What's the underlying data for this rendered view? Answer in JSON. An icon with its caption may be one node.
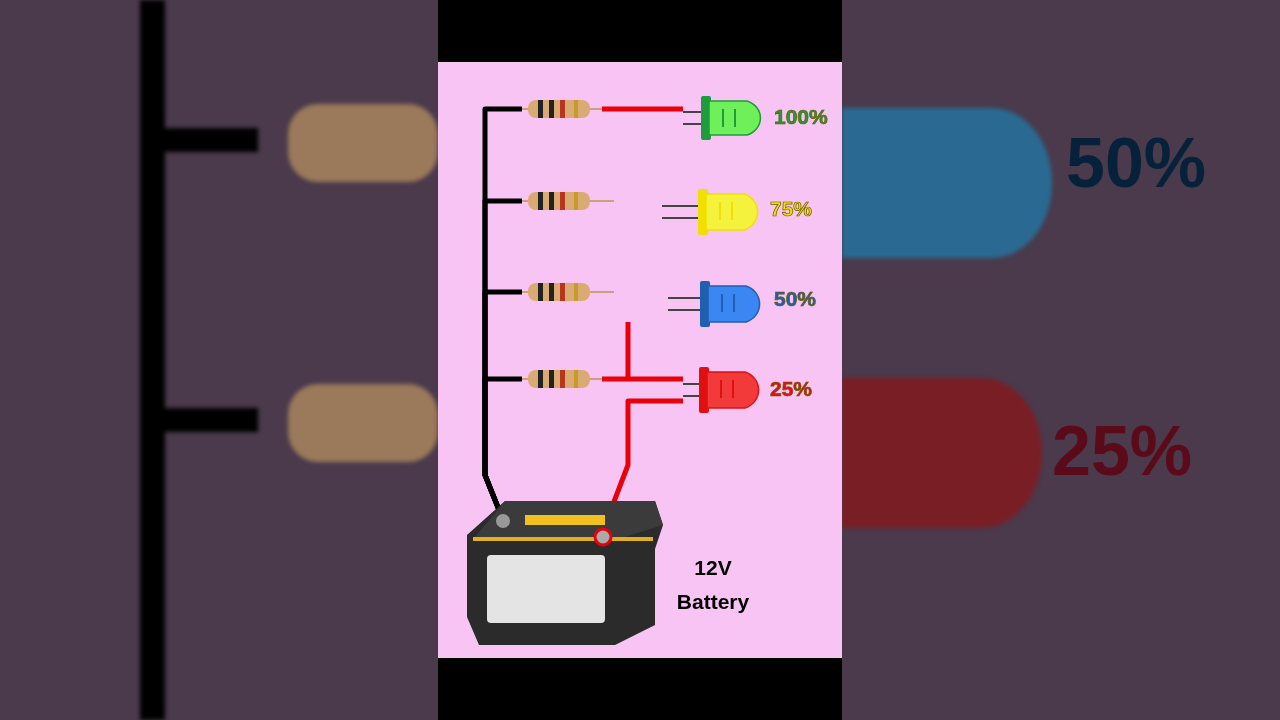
{
  "diagram": {
    "nodes": [
      {
        "text": [],
        "shape": "picture"
      },
      {
        "text": [],
        "shape": "picture"
      },
      {
        "text": [],
        "shape": "picture"
      },
      {
        "text": [],
        "shape": "picture"
      },
      {
        "text": [],
        "shape": "picture",
        "beside": [
          "100%"
        ]
      },
      {
        "text": [],
        "shape": "picture",
        "beside": [
          "75%"
        ]
      },
      {
        "text": [],
        "shape": "picture",
        "beside": [
          "50%"
        ]
      },
      {
        "text": [],
        "shape": "picture",
        "beside": [
          "25%"
        ]
      },
      {
        "text": [],
        "shape": "picture",
        "beside": [
          "12V Battery"
        ]
      }
    ],
    "edges": [
      {
        "from": 8,
        "to": 0,
        "arrow": "none"
      },
      {
        "from": 8,
        "to": 1,
        "arrow": "none"
      },
      {
        "from": 8,
        "to": 2,
        "arrow": "none"
      },
      {
        "from": 8,
        "to": 3,
        "arrow": "none"
      },
      {
        "from": 0,
        "to": 4,
        "arrow": "none",
        "color": "#e8000b"
      },
      {
        "from": 3,
        "to": 7,
        "arrow": "none",
        "color": "#e8000b"
      },
      {
        "from": 8,
        "to": 7,
        "arrow": "none",
        "color": "#e8000b"
      }
    ],
    "labels": [
      "50%",
      "25%"
    ]
  }
}
